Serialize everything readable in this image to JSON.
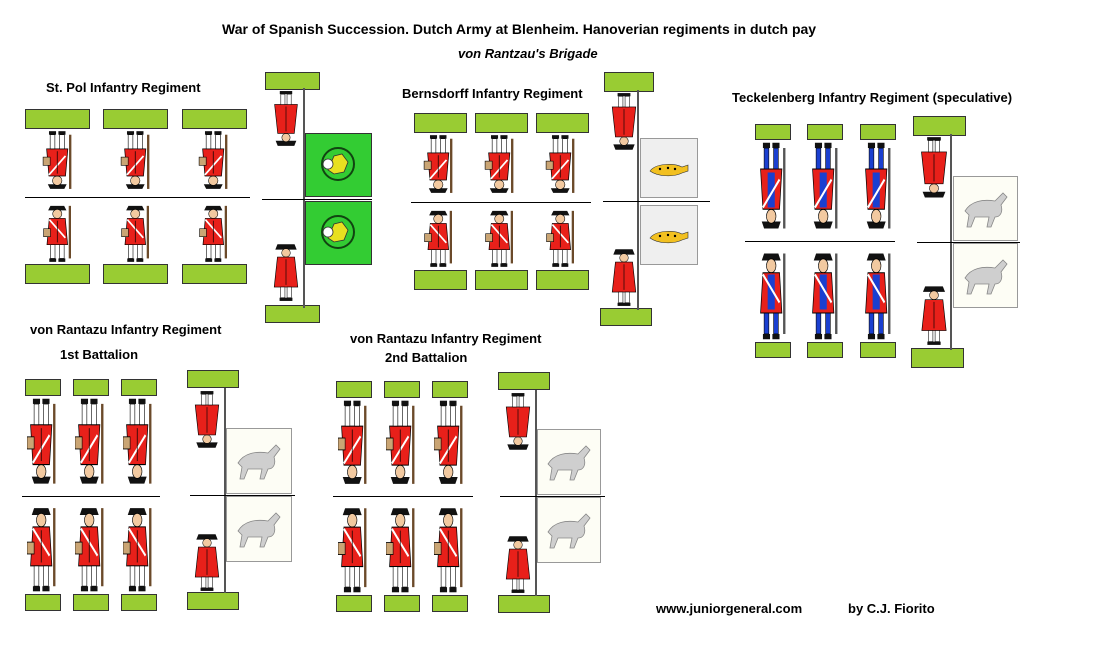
{
  "header": {
    "title": "War of Spanish Succession. Dutch Army at Blenheim. Hanoverian regiments in dutch pay",
    "subtitle": "von Rantzau's Brigade"
  },
  "regiments": {
    "st_pol": "St. Pol Infantry Regiment",
    "bernsdorff": "Bernsdorff Infantry Regiment",
    "teckelenberg": "Teckelenberg Infantry Regiment (speculative)",
    "rantzau1_name": "von Rantazu Infantry Regiment",
    "rantzau1_battalion": "1st Battalion",
    "rantzau2_name": "von Rantazu Infantry Regiment",
    "rantzau2_battalion": "2nd Battalion"
  },
  "footer": {
    "website": "www.juniorgeneral.com",
    "author": "by C.J. Fiorito"
  },
  "colors": {
    "base_green": "#99cc33",
    "coat_red": "#e8201a",
    "facing_blue": "#1a3fd0",
    "flag_green": "#33cc33"
  }
}
